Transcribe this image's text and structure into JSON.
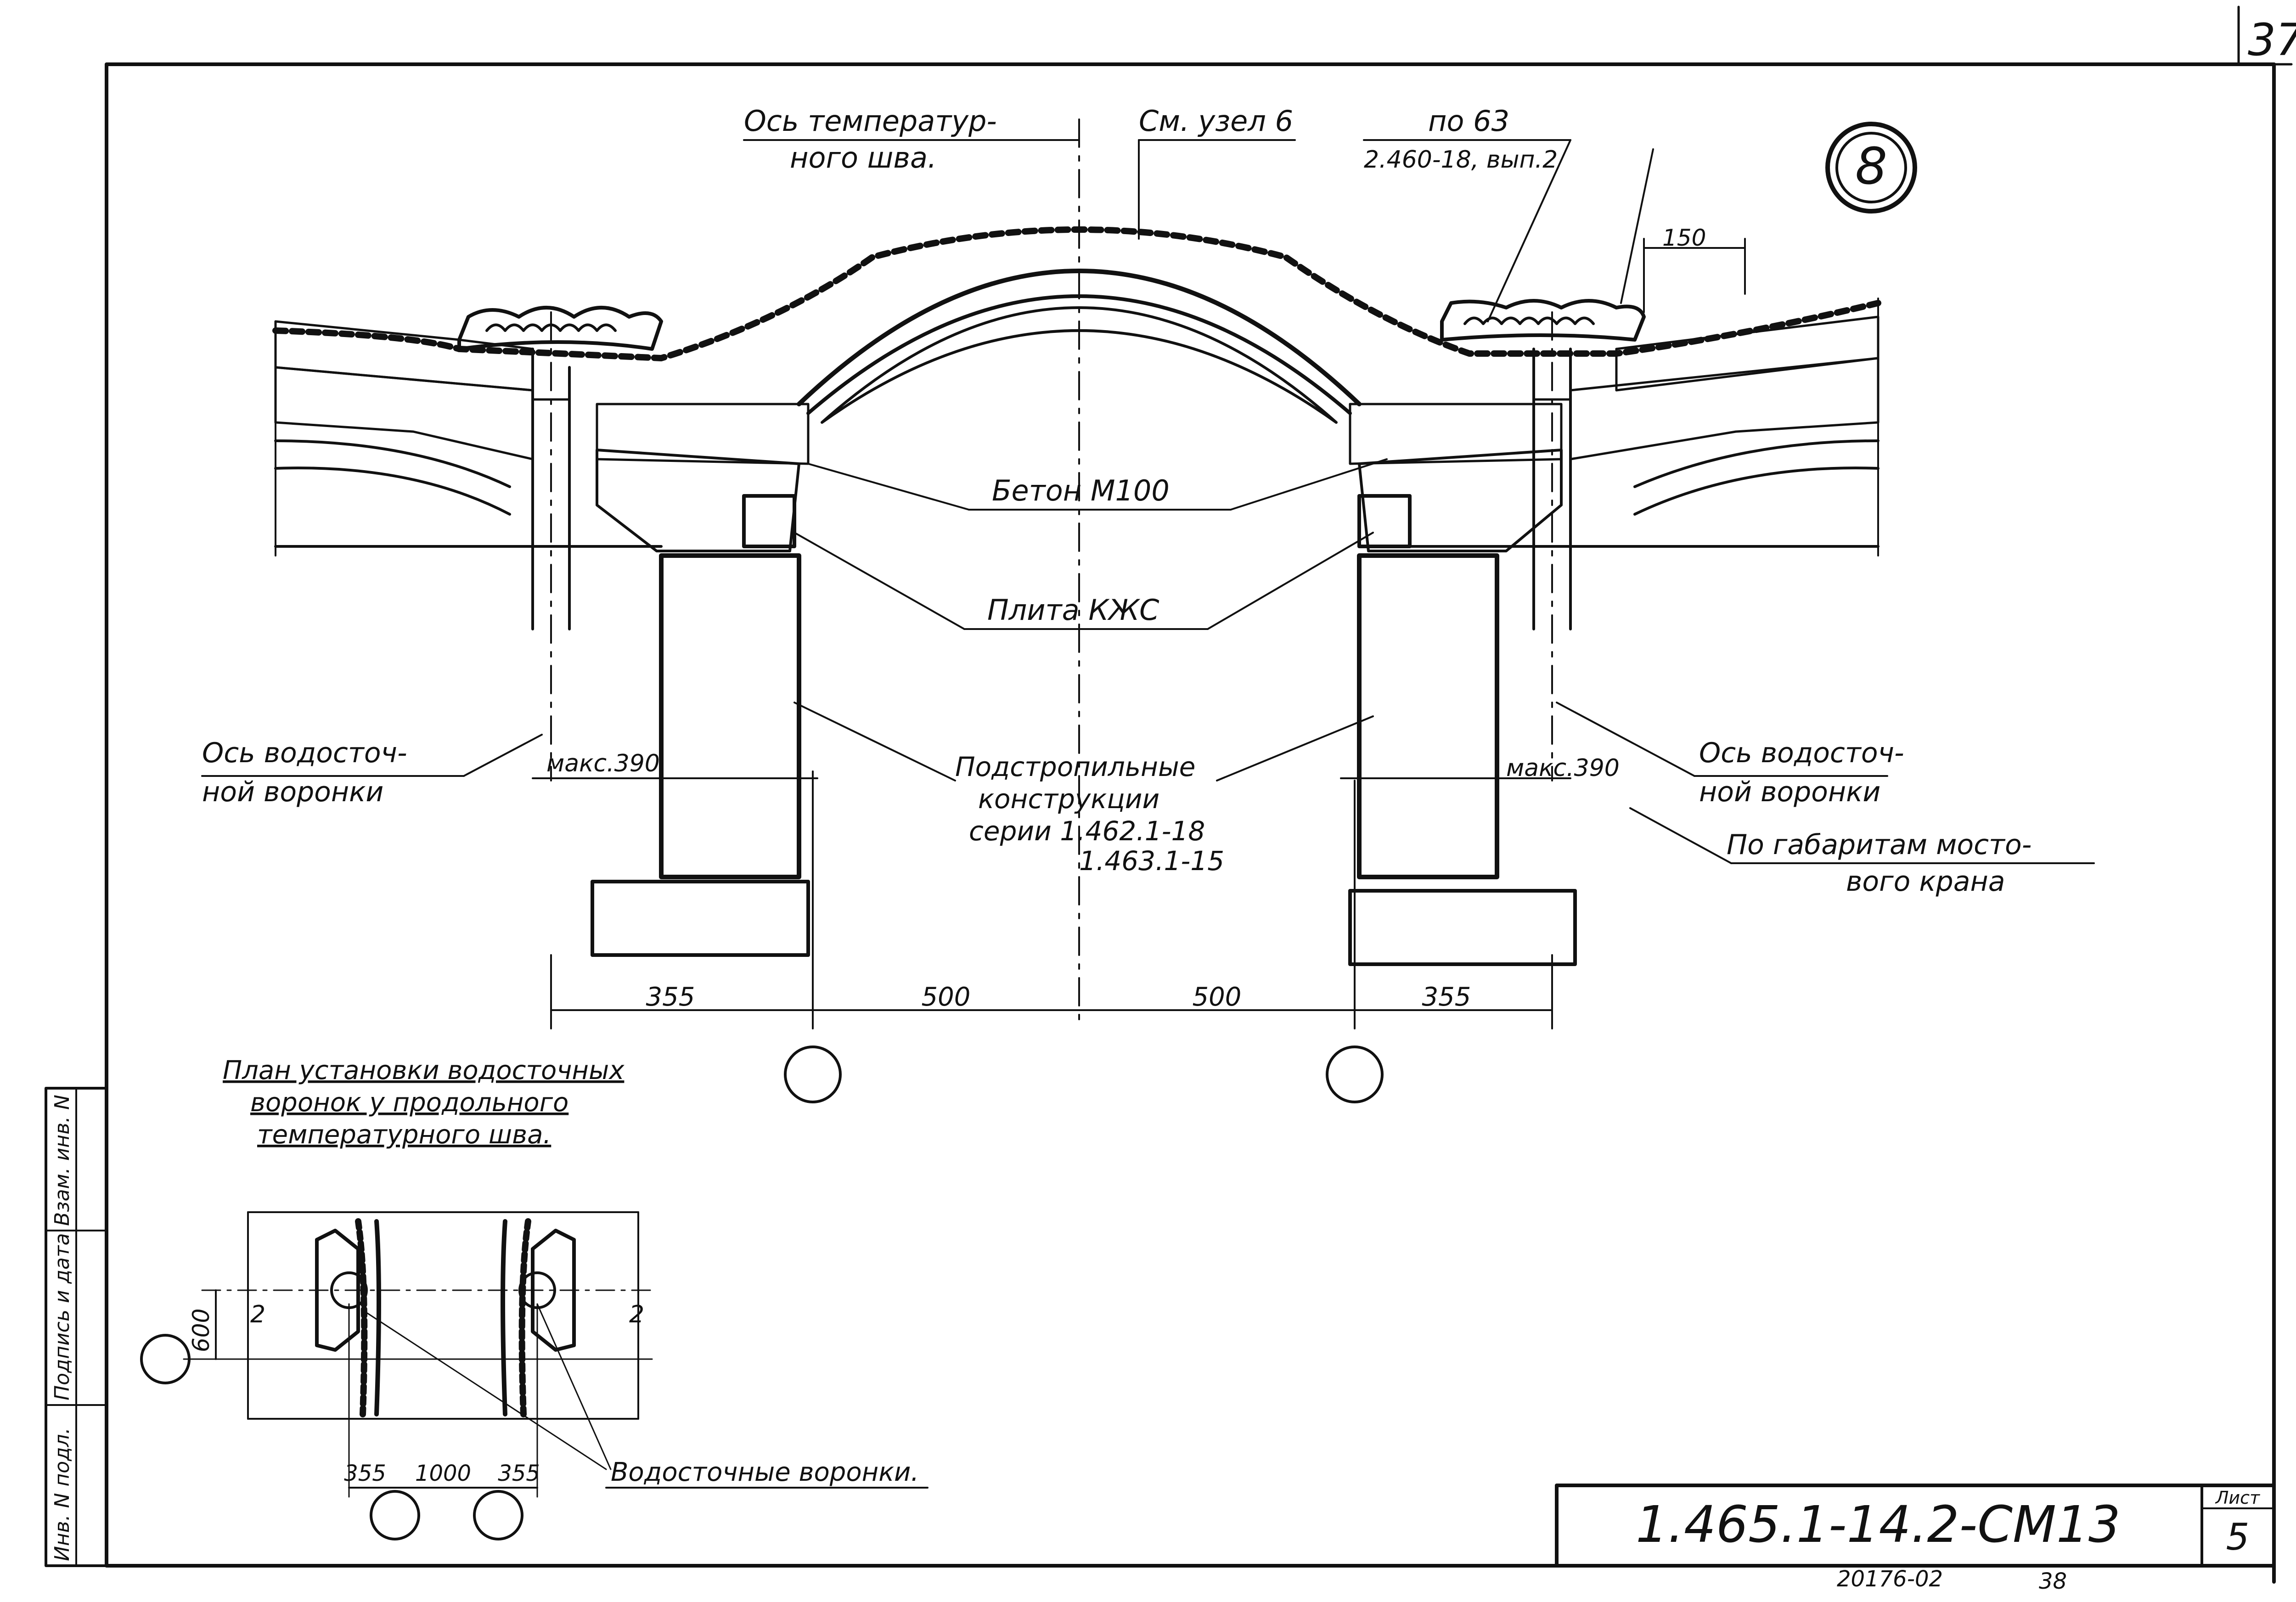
{
  "sheet": {
    "corner_number": "37",
    "detail_number": "8",
    "code": "1.465.1-14.2-CM13",
    "sheet_label": "Лист",
    "sheet_number": "5",
    "archive_number": "20176-02",
    "page_number": "38"
  },
  "side_stamp": {
    "col1": "Инв. N подл.",
    "col2": "Подпись и дата",
    "col3": "Взам. инв. N"
  },
  "section": {
    "callouts": {
      "temp_axis_line1": "Ось температур-",
      "temp_axis_line2": "ного шва.",
      "node_ref": "См. узел 6",
      "ref_line1": "по 63",
      "ref_line2": "2.460-18, вып.2",
      "concrete": "Бетон М100",
      "slab": "Плита КЖС",
      "truss_line1": "Подстропильные",
      "truss_line2": "конструкции",
      "truss_line3": "серии 1.462.1-18",
      "truss_line4": "1.463.1-15",
      "drain_axis_left_1": "Ось водосточ-",
      "drain_axis_left_2": "ной воронки",
      "drain_axis_right_1": "Ось водосточ-",
      "drain_axis_right_2": "ной воронки",
      "crane_line1": "По габаритам мосто-",
      "crane_line2": "вого крана"
    },
    "dimensions": {
      "top_offset": "150",
      "max_left": "макс.390",
      "max_right": "макс.390",
      "bottom": [
        "355",
        "500",
        "500",
        "355"
      ]
    }
  },
  "plan": {
    "title_line1": "План установки водосточных",
    "title_line2": "воронок у продольного",
    "title_line3": "температурного шва.",
    "dim_vertical": "600",
    "dims_bottom": [
      "355",
      "1000",
      "355"
    ],
    "section_mark_left": "2",
    "section_mark_right": "2",
    "funnels_label": "Водосточные воронки."
  }
}
